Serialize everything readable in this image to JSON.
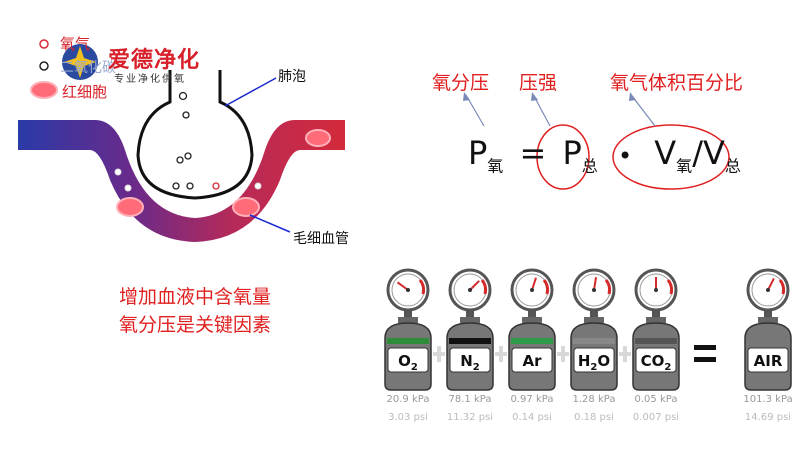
{
  "legend": {
    "oxygen": "氧气",
    "co2": "二氧化碳",
    "rbc": "红细胞"
  },
  "logo": {
    "name": "爱德净化",
    "slogan": "专业净化供氧"
  },
  "labels": {
    "alveolus": "肺泡",
    "capillary": "毛细血管"
  },
  "caption": {
    "line1": "增加血液中含氧量",
    "line2": "氧分压是关键因素"
  },
  "formula": {
    "label_partial": "氧分压",
    "label_total": "压强",
    "label_fraction": "氧气体积百分比",
    "p": "P",
    "sub_oxygen": "氧",
    "sub_total": "总",
    "equals": "=",
    "dot": "•",
    "v": "V",
    "slash": "/"
  },
  "gases": [
    {
      "symbol": "O",
      "sub": "2",
      "kpa": "20.9 kPa",
      "psi": "3.03 psi",
      "band": "#2e8b3a",
      "gauge": 0.2
    },
    {
      "symbol": "N",
      "sub": "2",
      "kpa": "78.1 kPa",
      "psi": "11.32 psi",
      "band": "#111111",
      "gauge": 0.75
    },
    {
      "symbol": "Ar",
      "sub": "",
      "kpa": "0.97 kPa",
      "psi": "0.14 psi",
      "band": "#2e9a4a",
      "gauge": 0.6
    },
    {
      "symbol": "H",
      "sub": "2",
      "symbol2": "O",
      "kpa": "1.28 kPa",
      "psi": "0.18 psi",
      "band": "#888888",
      "gauge": 0.55
    },
    {
      "symbol": "CO",
      "sub": "2",
      "kpa": "0.05 kPa",
      "psi": "0.007 psi",
      "band": "#555555",
      "gauge": 0.5
    }
  ],
  "air": {
    "symbol": "AIR",
    "kpa": "101.3 kPa",
    "psi": "14.69 psi",
    "gauge": 0.65
  },
  "operators": {
    "plus": "+",
    "equals": "="
  },
  "colors": {
    "red": "#e02020",
    "blood_red": "#d42a3a",
    "blood_blue": "#2a3a9a"
  }
}
